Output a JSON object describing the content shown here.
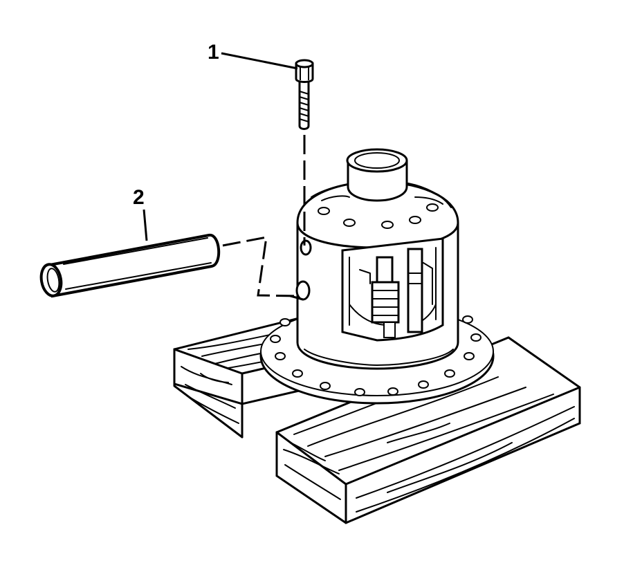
{
  "callouts": [
    {
      "number": "1",
      "part": "bolt"
    },
    {
      "number": "2",
      "part": "pinion-shaft"
    }
  ],
  "colors": {
    "ink": "#000000",
    "paper": "#ffffff"
  }
}
